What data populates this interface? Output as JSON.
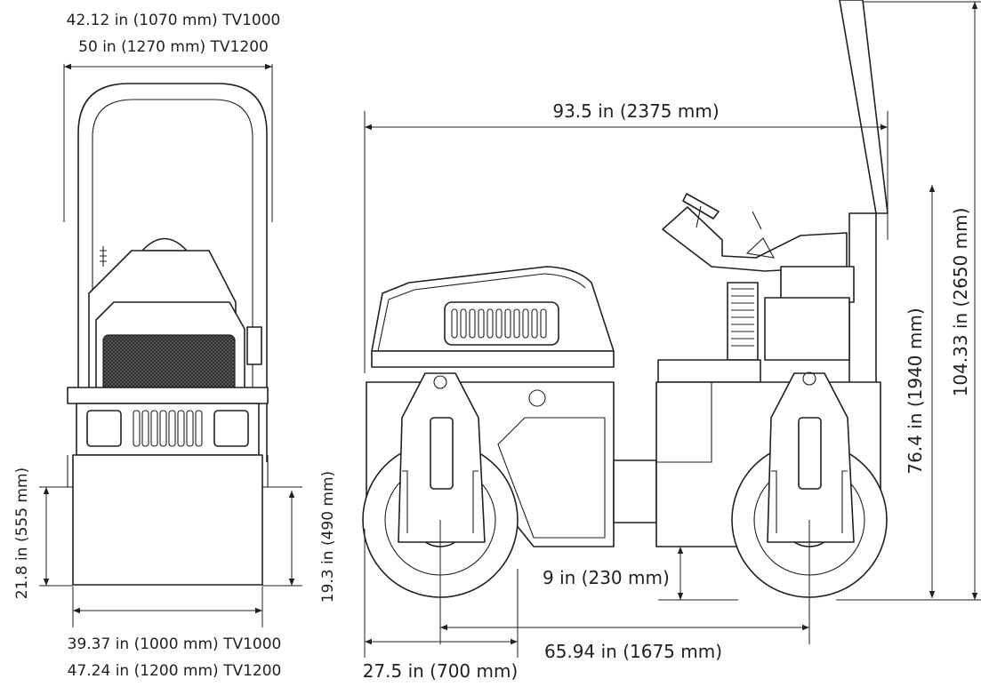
{
  "colors": {
    "line": "#231f20",
    "grille": "#4a4a4a",
    "background": "#ffffff"
  },
  "front_view": {
    "width_top_tv1000": "42.12 in (1070 mm) TV1000",
    "width_top_tv1200": "50 in (1270 mm) TV1200",
    "height_left": "21.8 in (555 mm)",
    "height_right": "19.3 in (490 mm)",
    "drum_width_tv1000": "39.37 in (1000 mm) TV1000",
    "drum_width_tv1200": "47.24 in (1200 mm) TV1200"
  },
  "side_view": {
    "overall_length": "93.5 in (2375 mm)",
    "height_to_seat": "76.4 in (1940 mm)",
    "overall_height": "104.33 in (2650 mm)",
    "ground_clearance": "9 in (230 mm)",
    "wheelbase": "65.94 in (1675 mm)",
    "drum_diameter": "27.5 in (700 mm)"
  }
}
